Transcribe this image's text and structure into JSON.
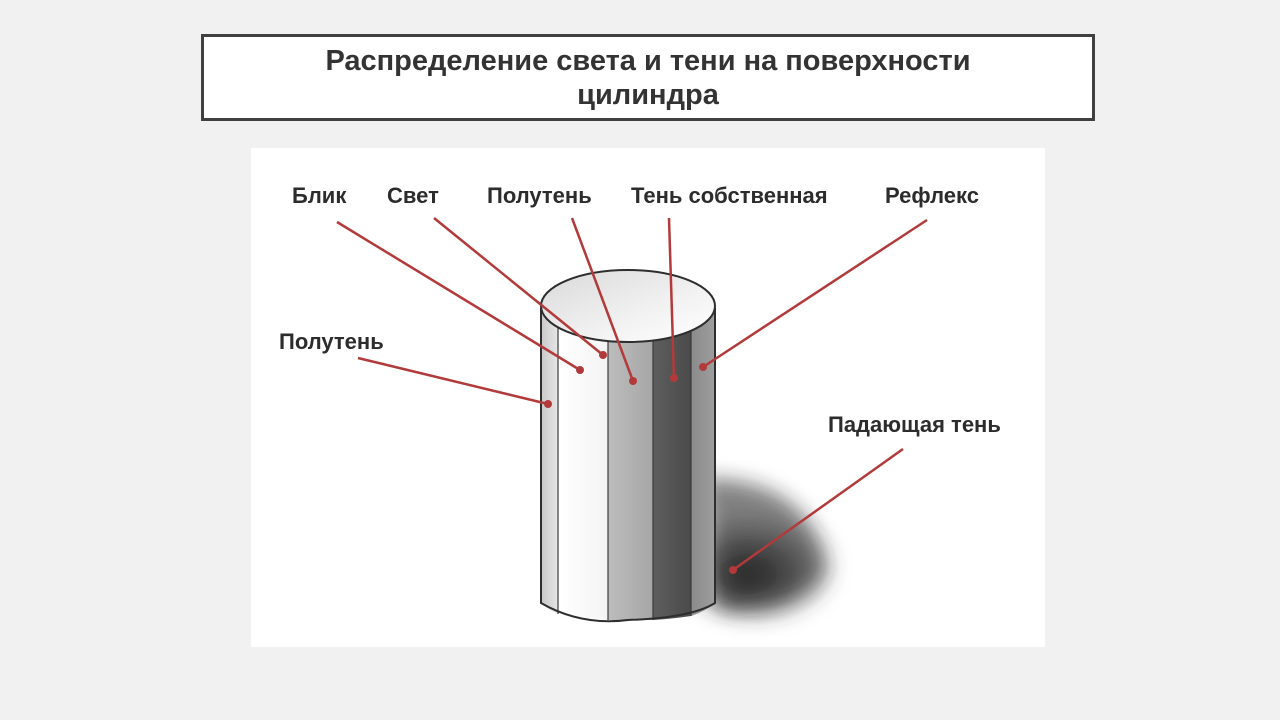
{
  "title": "Распределение света и тени на поверхности цилиндра",
  "labels": {
    "highlight": "Блик",
    "light": "Свет",
    "halftone_top": "Полутень",
    "core_shadow": "Тень собственная",
    "reflex": "Рефлекс",
    "halftone_left": "Полутень",
    "cast_shadow": "Падающая тень"
  },
  "colors": {
    "leader": "#b23a3a",
    "background": "#f1f1f1",
    "title_border": "#404040"
  }
}
